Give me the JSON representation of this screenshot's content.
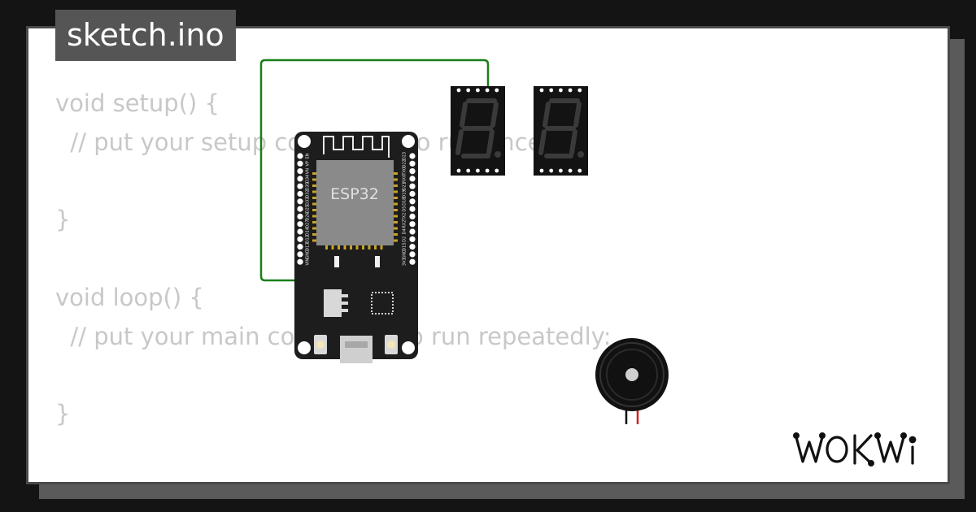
{
  "file_tab": {
    "label": "sketch.ino"
  },
  "code": {
    "lines": [
      "void setup() {",
      "  // put your setup code here, to run once:",
      "",
      "}",
      "",
      "void loop() {",
      "  // put your main code here, to run repeatedly:",
      "",
      "}"
    ]
  },
  "board": {
    "label": "ESP32",
    "left_pins": [
      "EN",
      "VP",
      "VN",
      "D34",
      "D35",
      "D32",
      "D33",
      "D25",
      "D26",
      "D27",
      "D14",
      "D12",
      "D13",
      "GND",
      "VIN"
    ],
    "right_pins": [
      "D23",
      "D22",
      "TX0",
      "RX0",
      "D21",
      "D19",
      "D18",
      "D5",
      "TX2",
      "RX2",
      "D4",
      "D2",
      "D15",
      "GND",
      "3V3"
    ]
  },
  "wire_color": "#1a7f1a",
  "brand": {
    "logo": "wokwi-logo",
    "text": "WOKWi"
  }
}
